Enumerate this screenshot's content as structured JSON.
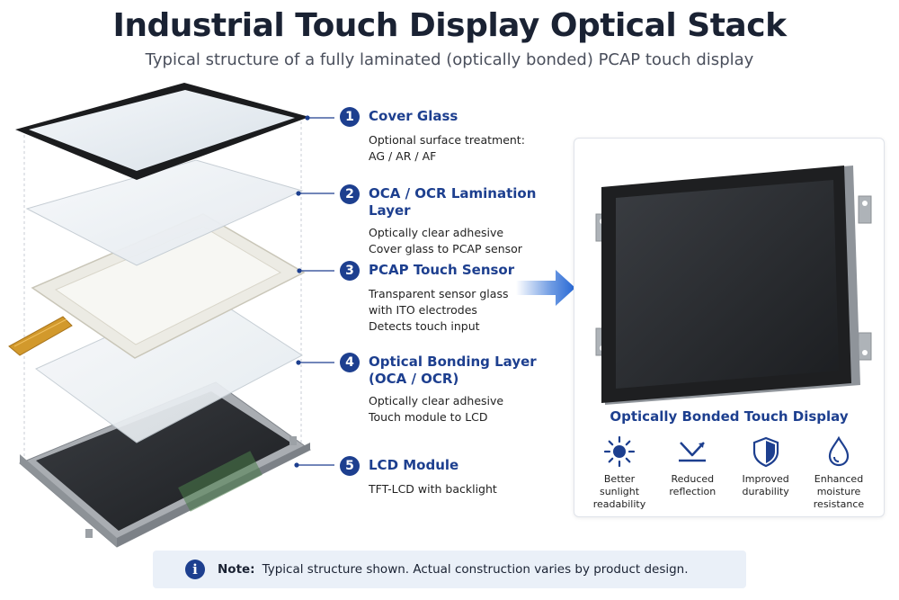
{
  "title": "Industrial Touch Display Optical Stack",
  "subtitle": "Typical structure of a fully laminated (optically bonded) PCAP touch display",
  "layers": [
    {
      "number": "1",
      "title": "Cover Glass",
      "desc": [
        "Optional surface treatment:",
        "AG / AR / AF"
      ]
    },
    {
      "number": "2",
      "title": "OCA / OCR Lamination Layer",
      "desc": [
        "Optically clear adhesive",
        "Cover glass to PCAP sensor"
      ]
    },
    {
      "number": "3",
      "title": "PCAP Touch Sensor",
      "desc": [
        "Transparent sensor glass",
        "with ITO electrodes",
        "Detects touch input"
      ]
    },
    {
      "number": "4",
      "title": "Optical Bonding Layer (OCA / OCR)",
      "title_lines": [
        "Optical Bonding Layer",
        "(OCA / OCR)"
      ],
      "desc": [
        "Optically clear adhesive",
        "Touch module to LCD"
      ]
    },
    {
      "number": "5",
      "title": "LCD Module",
      "desc": [
        "TFT-LCD with backlight"
      ]
    }
  ],
  "result": {
    "title": "Optically Bonded Touch Display",
    "features": [
      {
        "icon": "sun-icon",
        "label": [
          "Better sunlight",
          "readability"
        ]
      },
      {
        "icon": "reduced-reflection-icon",
        "label": [
          "Reduced",
          "reflection"
        ]
      },
      {
        "icon": "shield-icon",
        "label": [
          "Improved",
          "durability"
        ]
      },
      {
        "icon": "droplet-icon",
        "label": [
          "Enhanced",
          "moisture",
          "resistance"
        ]
      }
    ]
  },
  "note": {
    "label": "Note:",
    "text": "Typical structure shown. Actual construction varies by product design."
  },
  "colors": {
    "accent": "#1d3f8f",
    "text": "#1a2233",
    "note_bg": "#eaf0f8"
  }
}
